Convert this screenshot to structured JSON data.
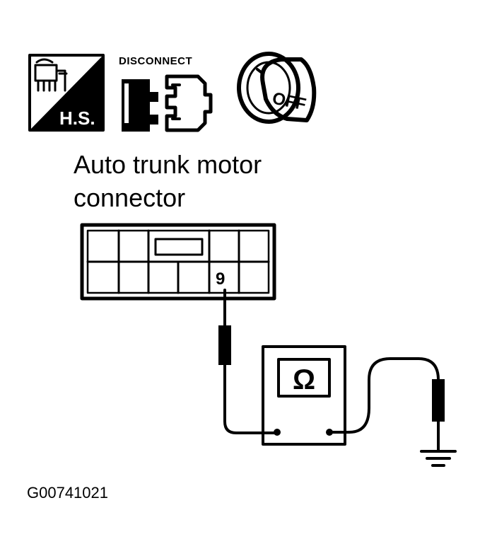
{
  "icons": {
    "hs_icon": {
      "name": "harness-connector-hs-icon",
      "label": "H.S."
    },
    "disconnect_icon": {
      "name": "connector-disconnect-icon",
      "label": "DISCONNECT"
    },
    "ignition_icon": {
      "name": "ignition-key-off-icon",
      "label": "OFF"
    }
  },
  "connector": {
    "title_line1": "Auto trunk motor",
    "title_line2": "connector",
    "terminal_label": "9"
  },
  "ohmmeter": {
    "symbol": "Ω"
  },
  "figure_code": "G00741021"
}
